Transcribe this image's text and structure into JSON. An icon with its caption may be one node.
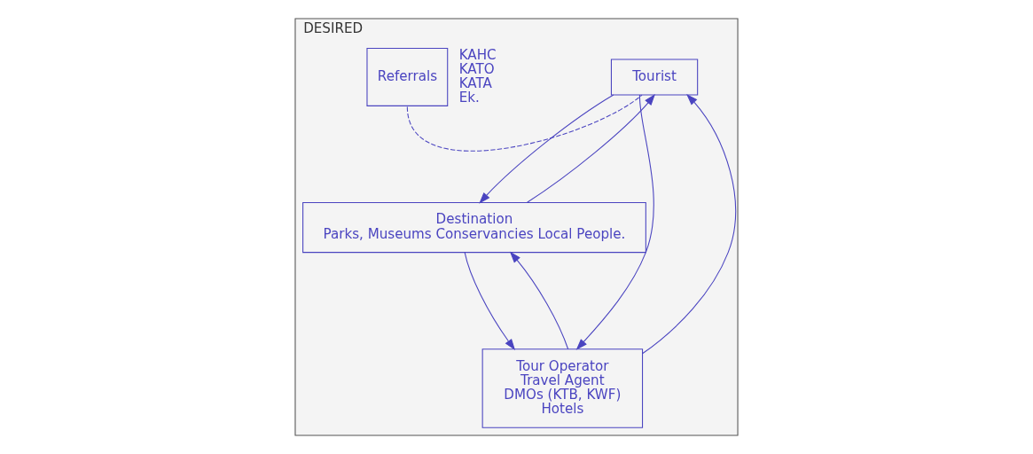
{
  "diagram": {
    "nodes": [
      {
        "text": [
          "DESIRED"
        ]
      },
      {
        "text": [
          "Tourist"
        ],
        "in": 0
      },
      {
        "text": [
          "Referrals"
        ],
        "in": 0,
        "beside": [
          "KAHC",
          "KATO",
          "KATA",
          "Ek."
        ]
      },
      {
        "text": [
          "Destination",
          "Parks, Museums Conservancies Local People."
        ],
        "in": 0
      },
      {
        "text": [
          "Tour Operator",
          "Travel Agent",
          "DMOs (KTB, KWF)",
          "Hotels"
        ],
        "in": 0
      }
    ],
    "edges": [
      {
        "from": 3,
        "to": 1,
        "arrow": "to"
      },
      {
        "from": 1,
        "to": 3,
        "arrow": "to"
      },
      {
        "from": 1,
        "to": 4,
        "arrow": "to"
      },
      {
        "from": 4,
        "to": 1,
        "arrow": "to"
      },
      {
        "from": 3,
        "to": 4,
        "arrow": "to"
      },
      {
        "from": 4,
        "to": 3,
        "arrow": "to"
      },
      {
        "from": 2,
        "to": 1,
        "arrow": "none",
        "style": "dashed"
      }
    ]
  }
}
